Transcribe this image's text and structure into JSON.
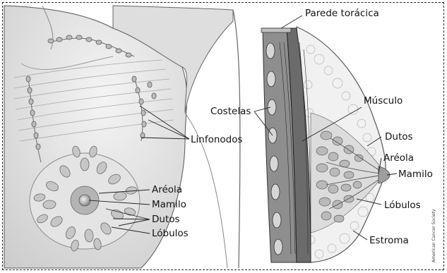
{
  "labels": {
    "left": {
      "linfonodos": "Linfonodos",
      "areola": "Aréola",
      "mamilo": "Mamilo",
      "dutos": "Dutos",
      "lobulos": "Lóbulos"
    },
    "right": {
      "parede_toracica": "Parede torácica",
      "costelas": "Costelas",
      "musculo": "Músculo",
      "dutos": "Dutos",
      "areola": "Aréola",
      "mamilo": "Mamilo",
      "lobulos": "Lóbulos",
      "estroma": "Estroma"
    }
  },
  "credit": "American Cancer Society"
}
